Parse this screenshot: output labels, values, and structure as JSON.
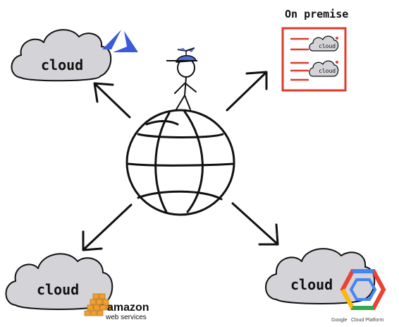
{
  "diagram": {
    "clouds": {
      "top_left": {
        "label": "cloud"
      },
      "bottom_left": {
        "label": "cloud"
      },
      "bottom_right": {
        "label": "cloud"
      }
    },
    "on_premise": {
      "title": "On premise",
      "server_rows": [
        {
          "label": "cloud"
        },
        {
          "label": "cloud"
        }
      ]
    },
    "logos": {
      "azure": {
        "color": "#3b5bdb"
      },
      "aws": {
        "line1": "amazon",
        "line2": "web services",
        "color": "#f0a030"
      },
      "gcp": {
        "brand": "Google",
        "product": "Cloud Platform",
        "colors": [
          "#4285f4",
          "#ea4335",
          "#fbbc05",
          "#34a853"
        ]
      }
    },
    "colors": {
      "cloud_fill": "#d3d3d8",
      "ink": "#111111",
      "server_border": "#e03a2a",
      "cap": "#4a6fd4"
    }
  }
}
